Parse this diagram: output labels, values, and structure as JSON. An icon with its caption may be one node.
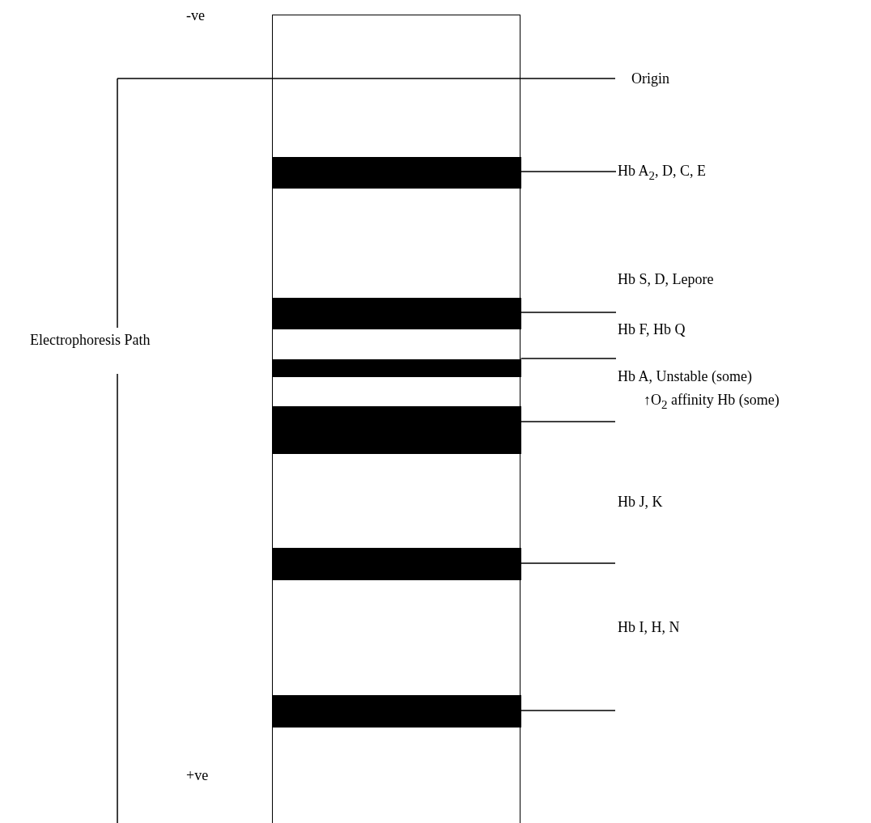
{
  "diagram": {
    "nodes": [
      {
        "text": [],
        "shape": "box"
      },
      {
        "text": [],
        "shape": "bar",
        "in": 0
      },
      {
        "text": [],
        "shape": "bar",
        "in": 0
      },
      {
        "text": [],
        "shape": "bar",
        "in": 0
      },
      {
        "text": [],
        "shape": "bar",
        "in": 0
      },
      {
        "text": [],
        "shape": "bar",
        "in": 0
      },
      {
        "text": [],
        "shape": "bar",
        "in": 0
      },
      {
        "text": [
          "Hb A$_{2}$, D, C, E"
        ]
      },
      {
        "text": [
          "Hb F, Hb Q"
        ]
      },
      {
        "text": [
          "Hb A, Unstable (some)"
        ]
      }
    ],
    "edges": [
      {
        "from": 1,
        "to": 7,
        "arrow": "none"
      },
      {
        "from": 2,
        "to": 8,
        "arrow": "none"
      },
      {
        "from": 3,
        "to": 9,
        "arrow": "none"
      },
      {
        "from": 4,
        "to": null,
        "arrow": "none"
      },
      {
        "from": 5,
        "to": null,
        "arrow": "none"
      },
      {
        "from": 6,
        "to": null,
        "arrow": "none"
      }
    ],
    "labels": [
      "-ve",
      "Origin",
      "Hb S, D, Lepore",
      "Electrophoresis Path",
      "↑O$_{2}$ affinity Hb (some)",
      "Hb J, K",
      "Hb I, H, N",
      "+ve"
    ]
  }
}
